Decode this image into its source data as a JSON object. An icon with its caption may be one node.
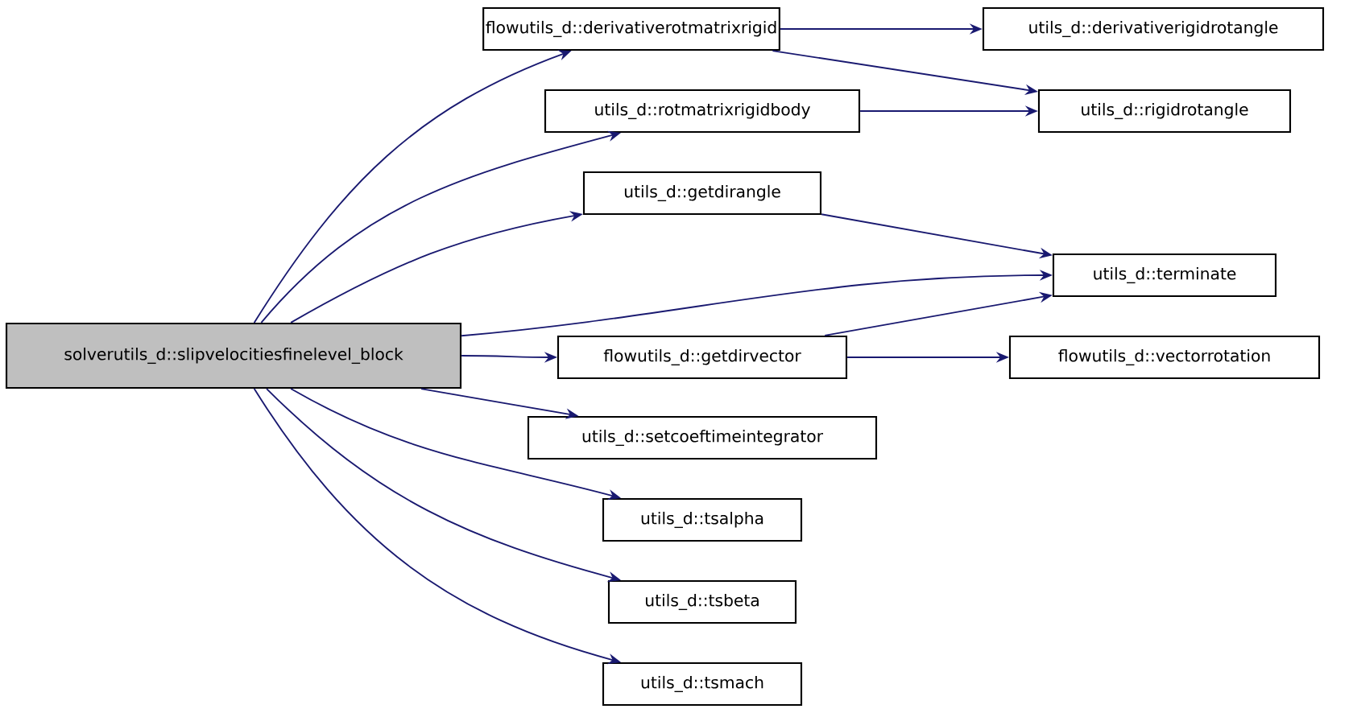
{
  "diagram": {
    "nodes": [
      {
        "text": [
          "solverutils_d::slipvelocitiesfinelevel_block"
        ]
      },
      {
        "text": [
          "flowutils_d::derivativerotmatrixrigid"
        ]
      },
      {
        "text": [
          "utils_d::derivativerigidrotangle"
        ]
      },
      {
        "text": [
          "utils_d::rotmatrixrigidbody"
        ]
      },
      {
        "text": [
          "utils_d::rigidrotangle"
        ]
      },
      {
        "text": [
          "utils_d::getdirangle"
        ]
      },
      {
        "text": [
          "utils_d::terminate"
        ]
      },
      {
        "text": [
          "flowutils_d::getdirvector"
        ]
      },
      {
        "text": [
          "flowutils_d::vectorrotation"
        ]
      },
      {
        "text": [
          "utils_d::setcoeftimeintegrator"
        ]
      },
      {
        "text": [
          "utils_d::tsalpha"
        ]
      },
      {
        "text": [
          "utils_d::tsbeta"
        ]
      },
      {
        "text": [
          "utils_d::tsmach"
        ]
      }
    ],
    "edges": [
      {
        "from": 0,
        "to": 1,
        "arrow": "to"
      },
      {
        "from": 0,
        "to": 3,
        "arrow": "to"
      },
      {
        "from": 0,
        "to": 5,
        "arrow": "to"
      },
      {
        "from": 0,
        "to": 6,
        "arrow": "to"
      },
      {
        "from": 0,
        "to": 7,
        "arrow": "to"
      },
      {
        "from": 0,
        "to": 9,
        "arrow": "to"
      },
      {
        "from": 0,
        "to": 10,
        "arrow": "to"
      },
      {
        "from": 0,
        "to": 11,
        "arrow": "to"
      },
      {
        "from": 0,
        "to": 12,
        "arrow": "to"
      },
      {
        "from": 1,
        "to": 2,
        "arrow": "to"
      },
      {
        "from": 1,
        "to": 4,
        "arrow": "to"
      },
      {
        "from": 3,
        "to": 4,
        "arrow": "to"
      },
      {
        "from": 5,
        "to": 6,
        "arrow": "to"
      },
      {
        "from": 7,
        "to": 6,
        "arrow": "to"
      },
      {
        "from": 7,
        "to": 8,
        "arrow": "to"
      }
    ]
  }
}
